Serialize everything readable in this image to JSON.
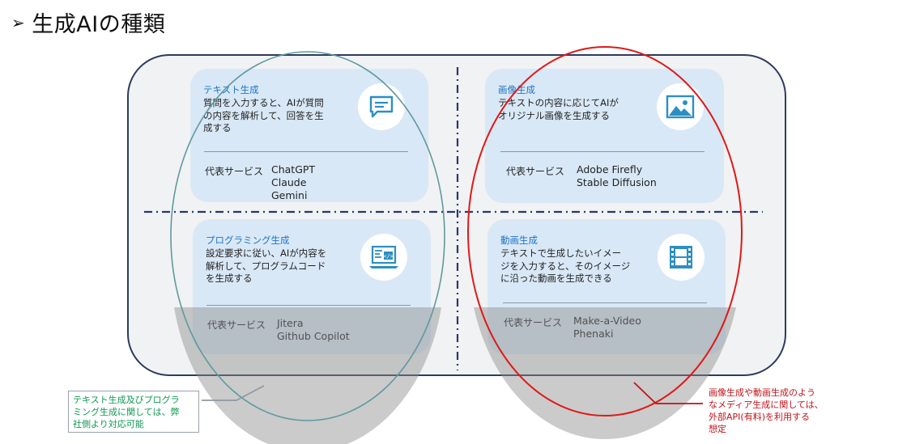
{
  "page": {
    "title": "生成AIの種類"
  },
  "cards": [
    {
      "id": "text",
      "heading": "テキスト生成",
      "description": "質問を入力すると、AIが質問\nの内容を解析して、回答を生\n成する",
      "service_label": "代表サービス",
      "services": [
        "ChatGPT",
        "Claude",
        "Gemini"
      ],
      "icon": "chat-bubble-icon"
    },
    {
      "id": "image",
      "heading": "画像生成",
      "description": "テキストの内容に応じてAIが\nオリジナル画像を生成する",
      "service_label": "代表サービス",
      "services": [
        "Adobe Firefly",
        "Stable Diffusion"
      ],
      "icon": "image-icon"
    },
    {
      "id": "programming",
      "heading": "プログラミング生成",
      "description": "設定要求に従い、AIが内容を\n解析して、プログラムコード\nを生成する",
      "service_label": "代表サービス",
      "services": [
        "Jitera",
        "Github Copilot"
      ],
      "icon": "code-laptop-icon"
    },
    {
      "id": "video",
      "heading": "動画生成",
      "description": "テキストで生成したいイメー\nジを入力すると、そのイメージ\nに沿った動画を生成できる",
      "service_label": "代表サービス",
      "services": [
        "Make-a-Video",
        "Phenaki"
      ],
      "icon": "film-icon"
    }
  ],
  "notes": {
    "left": "テキスト生成及びプログラ\nミング生成に関しては、弊\n社側より対応可能",
    "right": "画像生成や動画生成のよう\nなメディア生成に関しては、\n外部API(有料)を利用する\n想定"
  },
  "colors": {
    "frame_border": "#2c3c5e",
    "card_bg": "#d9e8f6",
    "heading": "#1f74c4",
    "green_ellipse": "#5e9aa0",
    "red_ellipse": "#e01818",
    "note_green": "#0c9a50",
    "note_red": "#c0121a"
  }
}
